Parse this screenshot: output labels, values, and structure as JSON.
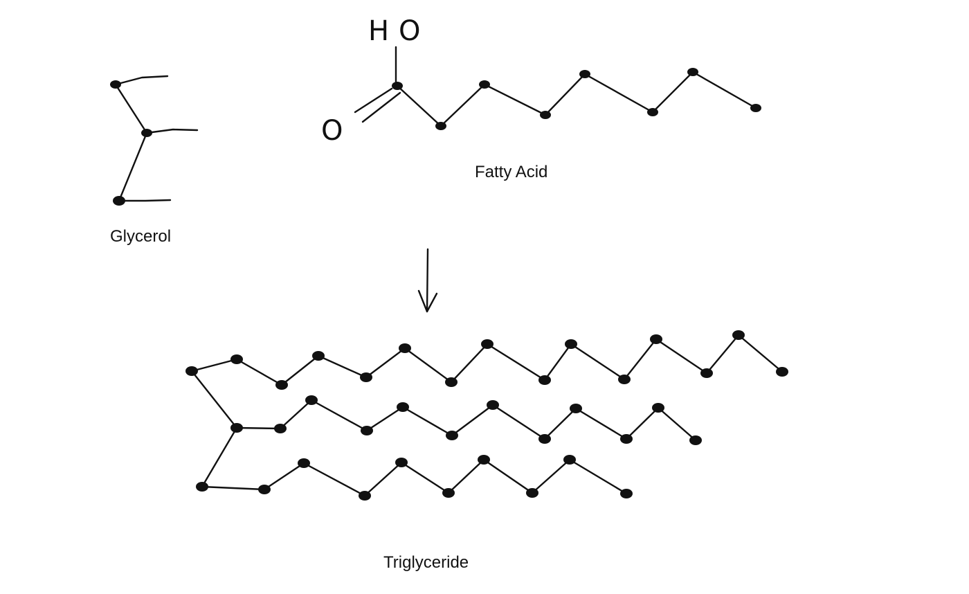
{
  "labels": {
    "glycerol": "Glycerol",
    "fatty_acid": "Fatty Acid",
    "triglyceride": "Triglyceride"
  },
  "atoms": {
    "hydroxyl_h": "H",
    "hydroxyl_o": "O",
    "carbonyl_o": "O"
  },
  "colors": {
    "ink": "#111111",
    "background": "#ffffff"
  }
}
